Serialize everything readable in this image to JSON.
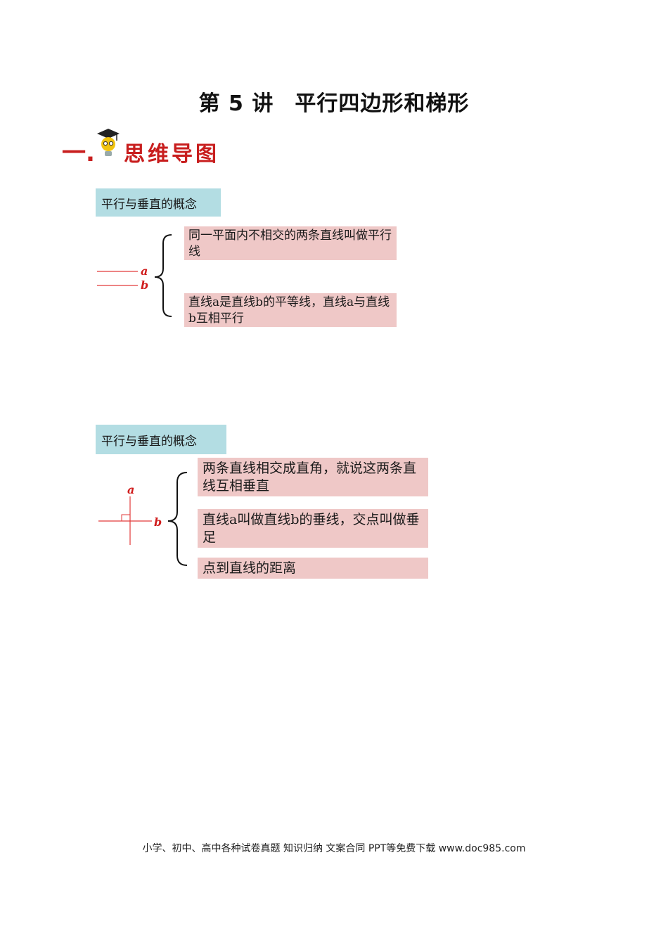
{
  "title": {
    "lecture": "第 5 讲",
    "topic": "平行四边形和梯形"
  },
  "section": {
    "number": "一.",
    "title": "思维导图"
  },
  "block1": {
    "concept": "平行与垂直的概念",
    "line_a": "a",
    "line_b": "b",
    "notes": [
      "同一平面内不相交的两条直线叫做平行线",
      "直线a是直线b的平等线，直线a与直线b互相平行"
    ]
  },
  "block2": {
    "concept": "平行与垂直的概念",
    "line_a": "a",
    "line_b": "b",
    "notes": [
      "两条直线相交成直角，就说这两条直线互相垂直",
      "直线a叫做直线b的垂线，交点叫做垂足",
      "点到直线的距离"
    ]
  },
  "footer": "小学、初中、高中各种试卷真题 知识归纳 文案合同 PPT等免费下载   www.doc985.com",
  "colors": {
    "topic_bg": "#b3dde3",
    "note_bg": "#efc8c7",
    "label_red": "#d01c1c",
    "line_red": "#e23a3a"
  }
}
